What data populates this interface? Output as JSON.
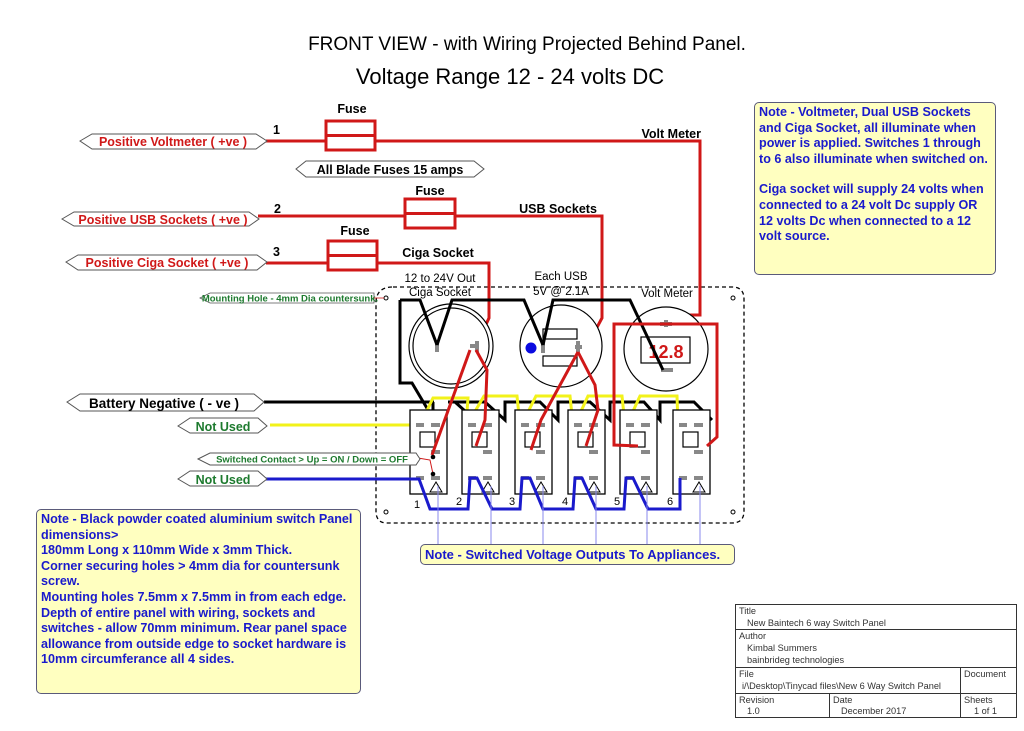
{
  "header": {
    "title": "FRONT VIEW - with Wiring Projected Behind Panel.",
    "subtitle": "Voltage Range 12 - 24 volts DC"
  },
  "inputs": [
    {
      "number": "1",
      "label": "Positive Voltmeter ( +ve )",
      "fuse_label": "Fuse",
      "destination": "Volt Meter"
    },
    {
      "number": "2",
      "label": "Positive USB Sockets ( +ve )",
      "fuse_label": "Fuse",
      "destination": "USB Sockets"
    },
    {
      "number": "3",
      "label": "Positive Ciga Socket ( +ve )",
      "fuse_label": "Fuse",
      "destination": "Ciga Socket"
    }
  ],
  "fuse_note": "All Blade Fuses 15 amps",
  "panel": {
    "mounting_hole_label": "Mounting Hole - 4mm Dia countersunk.",
    "ciga_socket": {
      "line1": "12 to 24V Out",
      "line2": "Ciga Socket"
    },
    "usb": {
      "line1": "Each USB",
      "line2": "5V @ 2.1A"
    },
    "voltmeter": {
      "label": "Volt Meter",
      "reading": "12.8"
    },
    "switch_numbers": [
      "1",
      "2",
      "3",
      "4",
      "5",
      "6"
    ]
  },
  "left_tags": {
    "battery_negative": "Battery Negative ( - ve )",
    "not_used_top": "Not Used",
    "switched_contact": "Switched Contact > Up = ON / Down = OFF",
    "not_used_bottom": "Not Used"
  },
  "notes": {
    "top_right": [
      "Note - Voltmeter, Dual USB Sockets and Ciga Socket, all illuminate when power is applied. Switches 1 through to 6 also illuminate when switched on.",
      "Ciga socket will supply 24 volts when connected to a 24 volt Dc supply OR 12 volts Dc when connected to a 12 volt source."
    ],
    "bottom_left": [
      "Note - Black powder coated aluminium switch Panel dimensions>",
      "180mm Long  x  110mm Wide  x  3mm Thick.",
      "Corner securing holes > 4mm dia for countersunk screw.",
      "Mounting holes 7.5mm x 7.5mm in from each edge.",
      "Depth of entire panel with wiring, sockets and switches - allow 70mm minimum. Rear panel space allowance from outside edge to socket hardware is 10mm circumferance all 4 sides."
    ],
    "outputs": "Note - Switched Voltage Outputs To Appliances."
  },
  "title_block": {
    "title_caption": "Title",
    "title_value": "New Baintech 6 way Switch Panel",
    "author_caption": "Author",
    "author_value_1": "Kimbal Summers",
    "author_value_2": "bainbrideg technologies",
    "file_caption": "File",
    "file_value": "i/\\Desktop\\Tinycad files\\New 6 Way Switch Panel",
    "document_caption": "Document",
    "revision_caption": "Revision",
    "revision_value": "1.0",
    "date_caption": "Date",
    "date_value": "December 2017",
    "sheets_caption": "Sheets",
    "sheets_value": "1 of 1"
  },
  "colors": {
    "positive_wire": "#d01818",
    "negative_wire": "#000000",
    "illumination_wire": "#f2f21a",
    "switched_output_wire": "#1a1acc",
    "note_background": "#ffffc0",
    "note_text": "#1a1acc",
    "tag_green": "#1d7a2e"
  }
}
